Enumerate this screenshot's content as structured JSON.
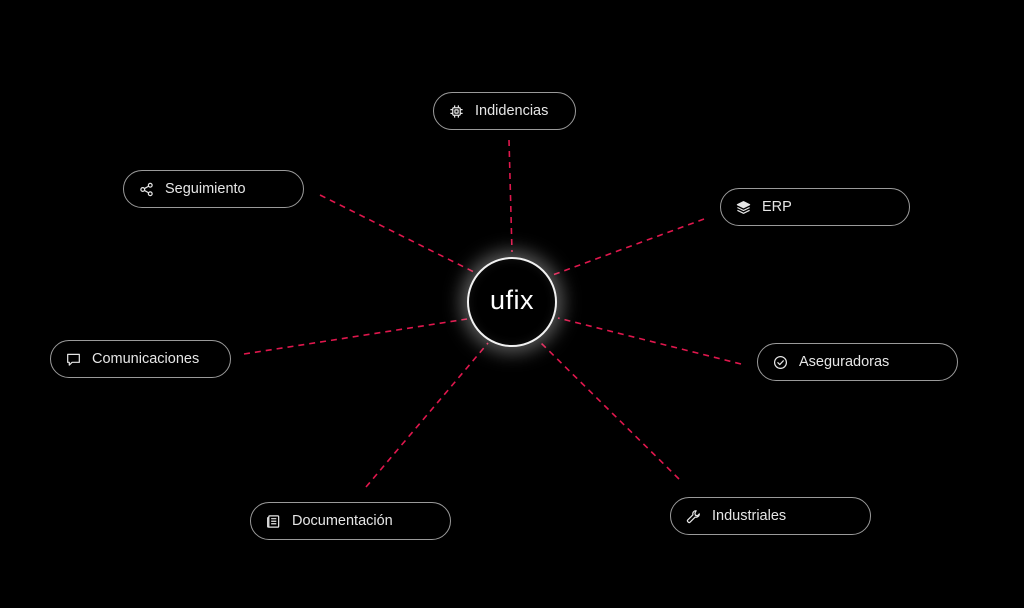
{
  "hub": {
    "label": "ufix"
  },
  "nodes": [
    {
      "id": "incidencias",
      "label": "Indidencias",
      "icon": "chip-icon"
    },
    {
      "id": "seguimiento",
      "label": "Seguimiento",
      "icon": "share-icon"
    },
    {
      "id": "erp",
      "label": "ERP",
      "icon": "layers-icon"
    },
    {
      "id": "comunicaciones",
      "label": "Comunicaciones",
      "icon": "chat-icon"
    },
    {
      "id": "aseguradoras",
      "label": "Aseguradoras",
      "icon": "check-circle-icon"
    },
    {
      "id": "documentacion",
      "label": "Documentación",
      "icon": "document-icon"
    },
    {
      "id": "industriales",
      "label": "Industriales",
      "icon": "wrench-icon"
    }
  ],
  "colors": {
    "background": "#000000",
    "connector": "#e0174d",
    "node_border": "#9a9a9a",
    "hub_border": "#f2f2f2",
    "text": "#e6e6e6"
  }
}
